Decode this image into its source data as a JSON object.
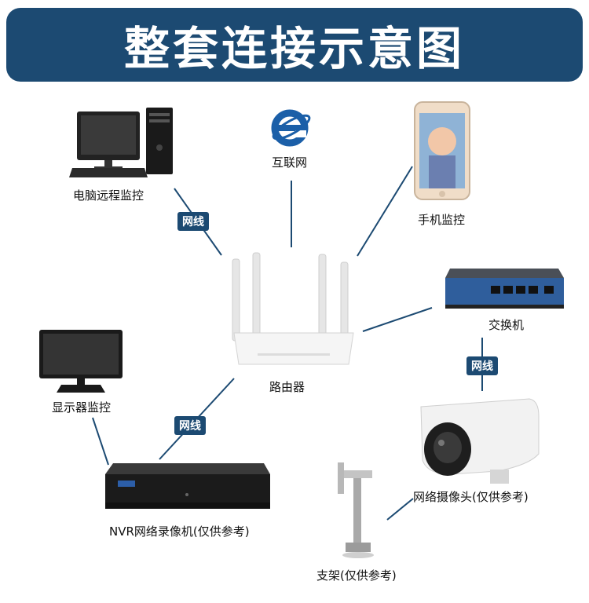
{
  "title": "整套连接示意图",
  "nodes": {
    "pc": "电脑远程监控",
    "internet": "互联网",
    "phone": "手机监控",
    "switch": "交换机",
    "router": "路由器",
    "monitor": "显示器监控",
    "camera": "网络摄像头(仅供参考)",
    "nvr": "NVR网络录像机(仅供参考)",
    "bracket": "支架(仅供参考)"
  },
  "badges": {
    "pc_router": "网线",
    "switch_camera": "网线",
    "router_nvr": "网线"
  },
  "colors": {
    "title_bg": "#1c4a72",
    "line": "#1c4a72",
    "switch_body": "#2f5e9c",
    "ie_logo": "#1b5fa8"
  }
}
